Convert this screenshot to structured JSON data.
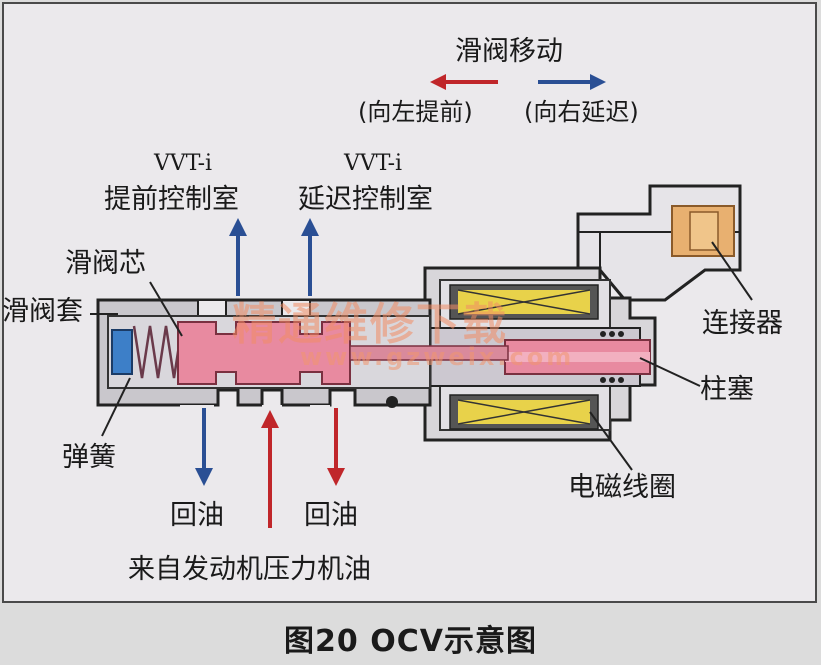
{
  "labels": {
    "slide_valve_move": "滑阀移动",
    "left_advance": "(向左提前)",
    "right_retard": "(向右延迟)",
    "vvt_advance_top": "VVT-i",
    "vvt_advance_bottom": "提前控制室",
    "vvt_retard_top": "VVT-i",
    "vvt_retard_bottom": "延迟控制室",
    "spool": "滑阀芯",
    "sleeve": "滑阀套",
    "spring": "弹簧",
    "return_oil_left": "回油",
    "return_oil_right": "回油",
    "engine_oil": "来自发动机压力机油",
    "connector": "连接器",
    "plunger": "柱塞",
    "coil": "电磁线圈"
  },
  "watermark": {
    "cn": "精通维修下载",
    "url": "www.gzweix.com"
  },
  "caption": "图20 OCV示意图",
  "colors": {
    "red_arrow": "#c0262a",
    "blue_arrow": "#2a4f94",
    "spool_pink": "#e88aa0",
    "coil_yellow": "#e8d24a",
    "spring_blue": "#3d7fc8",
    "connector_orange": "#e8b070"
  }
}
